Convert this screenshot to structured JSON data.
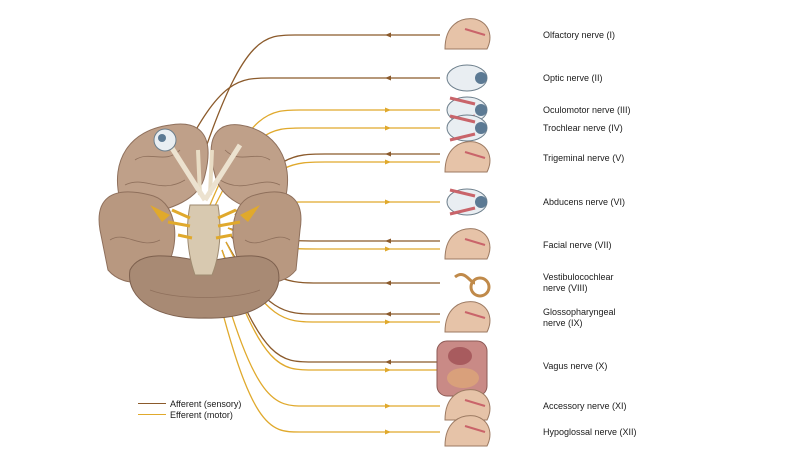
{
  "colors": {
    "afferent": "#8b5a2b",
    "efferent": "#e0a92c",
    "brain": "#b89880",
    "brain_dark": "#8f705c",
    "brainstem": "#d8c9b0",
    "background": "#ffffff"
  },
  "legend": {
    "afferent_label": "Afferent (sensory)",
    "efferent_label": "Efferent (motor)"
  },
  "nerves": [
    {
      "id": "olfactory",
      "label": "Olfactory nerve (I)",
      "types": [
        "afferent"
      ],
      "organ": "nose-icon"
    },
    {
      "id": "optic",
      "label": "Optic nerve (II)",
      "types": [
        "afferent"
      ],
      "organ": "eye-icon"
    },
    {
      "id": "oculomotor",
      "label": "Oculomotor nerve (III)",
      "types": [
        "efferent"
      ],
      "organ": "eye-muscles-icon"
    },
    {
      "id": "trochlear",
      "label": "Trochlear nerve (IV)",
      "types": [
        "efferent"
      ],
      "organ": "eye-muscles-icon"
    },
    {
      "id": "trigeminal",
      "label": "Trigeminal nerve (V)",
      "types": [
        "afferent",
        "efferent"
      ],
      "organ": "face-jaw-icon"
    },
    {
      "id": "abducens",
      "label": "Abducens nerve (VI)",
      "types": [
        "efferent"
      ],
      "organ": "eye-muscles-icon"
    },
    {
      "id": "facial",
      "label": "Facial nerve (VII)",
      "types": [
        "afferent",
        "efferent"
      ],
      "organ": "face-icon"
    },
    {
      "id": "vestibulocochlear",
      "label": "Vestibulocochlear\nnerve (VIII)",
      "types": [
        "afferent"
      ],
      "organ": "inner-ear-icon"
    },
    {
      "id": "glossopharyngeal",
      "label": "Glossopharyngeal\nnerve (IX)",
      "types": [
        "afferent",
        "efferent"
      ],
      "organ": "throat-icon"
    },
    {
      "id": "vagus",
      "label": "Vagus nerve (X)",
      "types": [
        "afferent",
        "efferent"
      ],
      "organ": "viscera-icon"
    },
    {
      "id": "accessory",
      "label": "Accessory nerve (XI)",
      "types": [
        "efferent"
      ],
      "organ": "neck-muscles-icon"
    },
    {
      "id": "hypoglossal",
      "label": "Hypoglossal nerve (XII)",
      "types": [
        "efferent"
      ],
      "organ": "tongue-icon"
    }
  ]
}
